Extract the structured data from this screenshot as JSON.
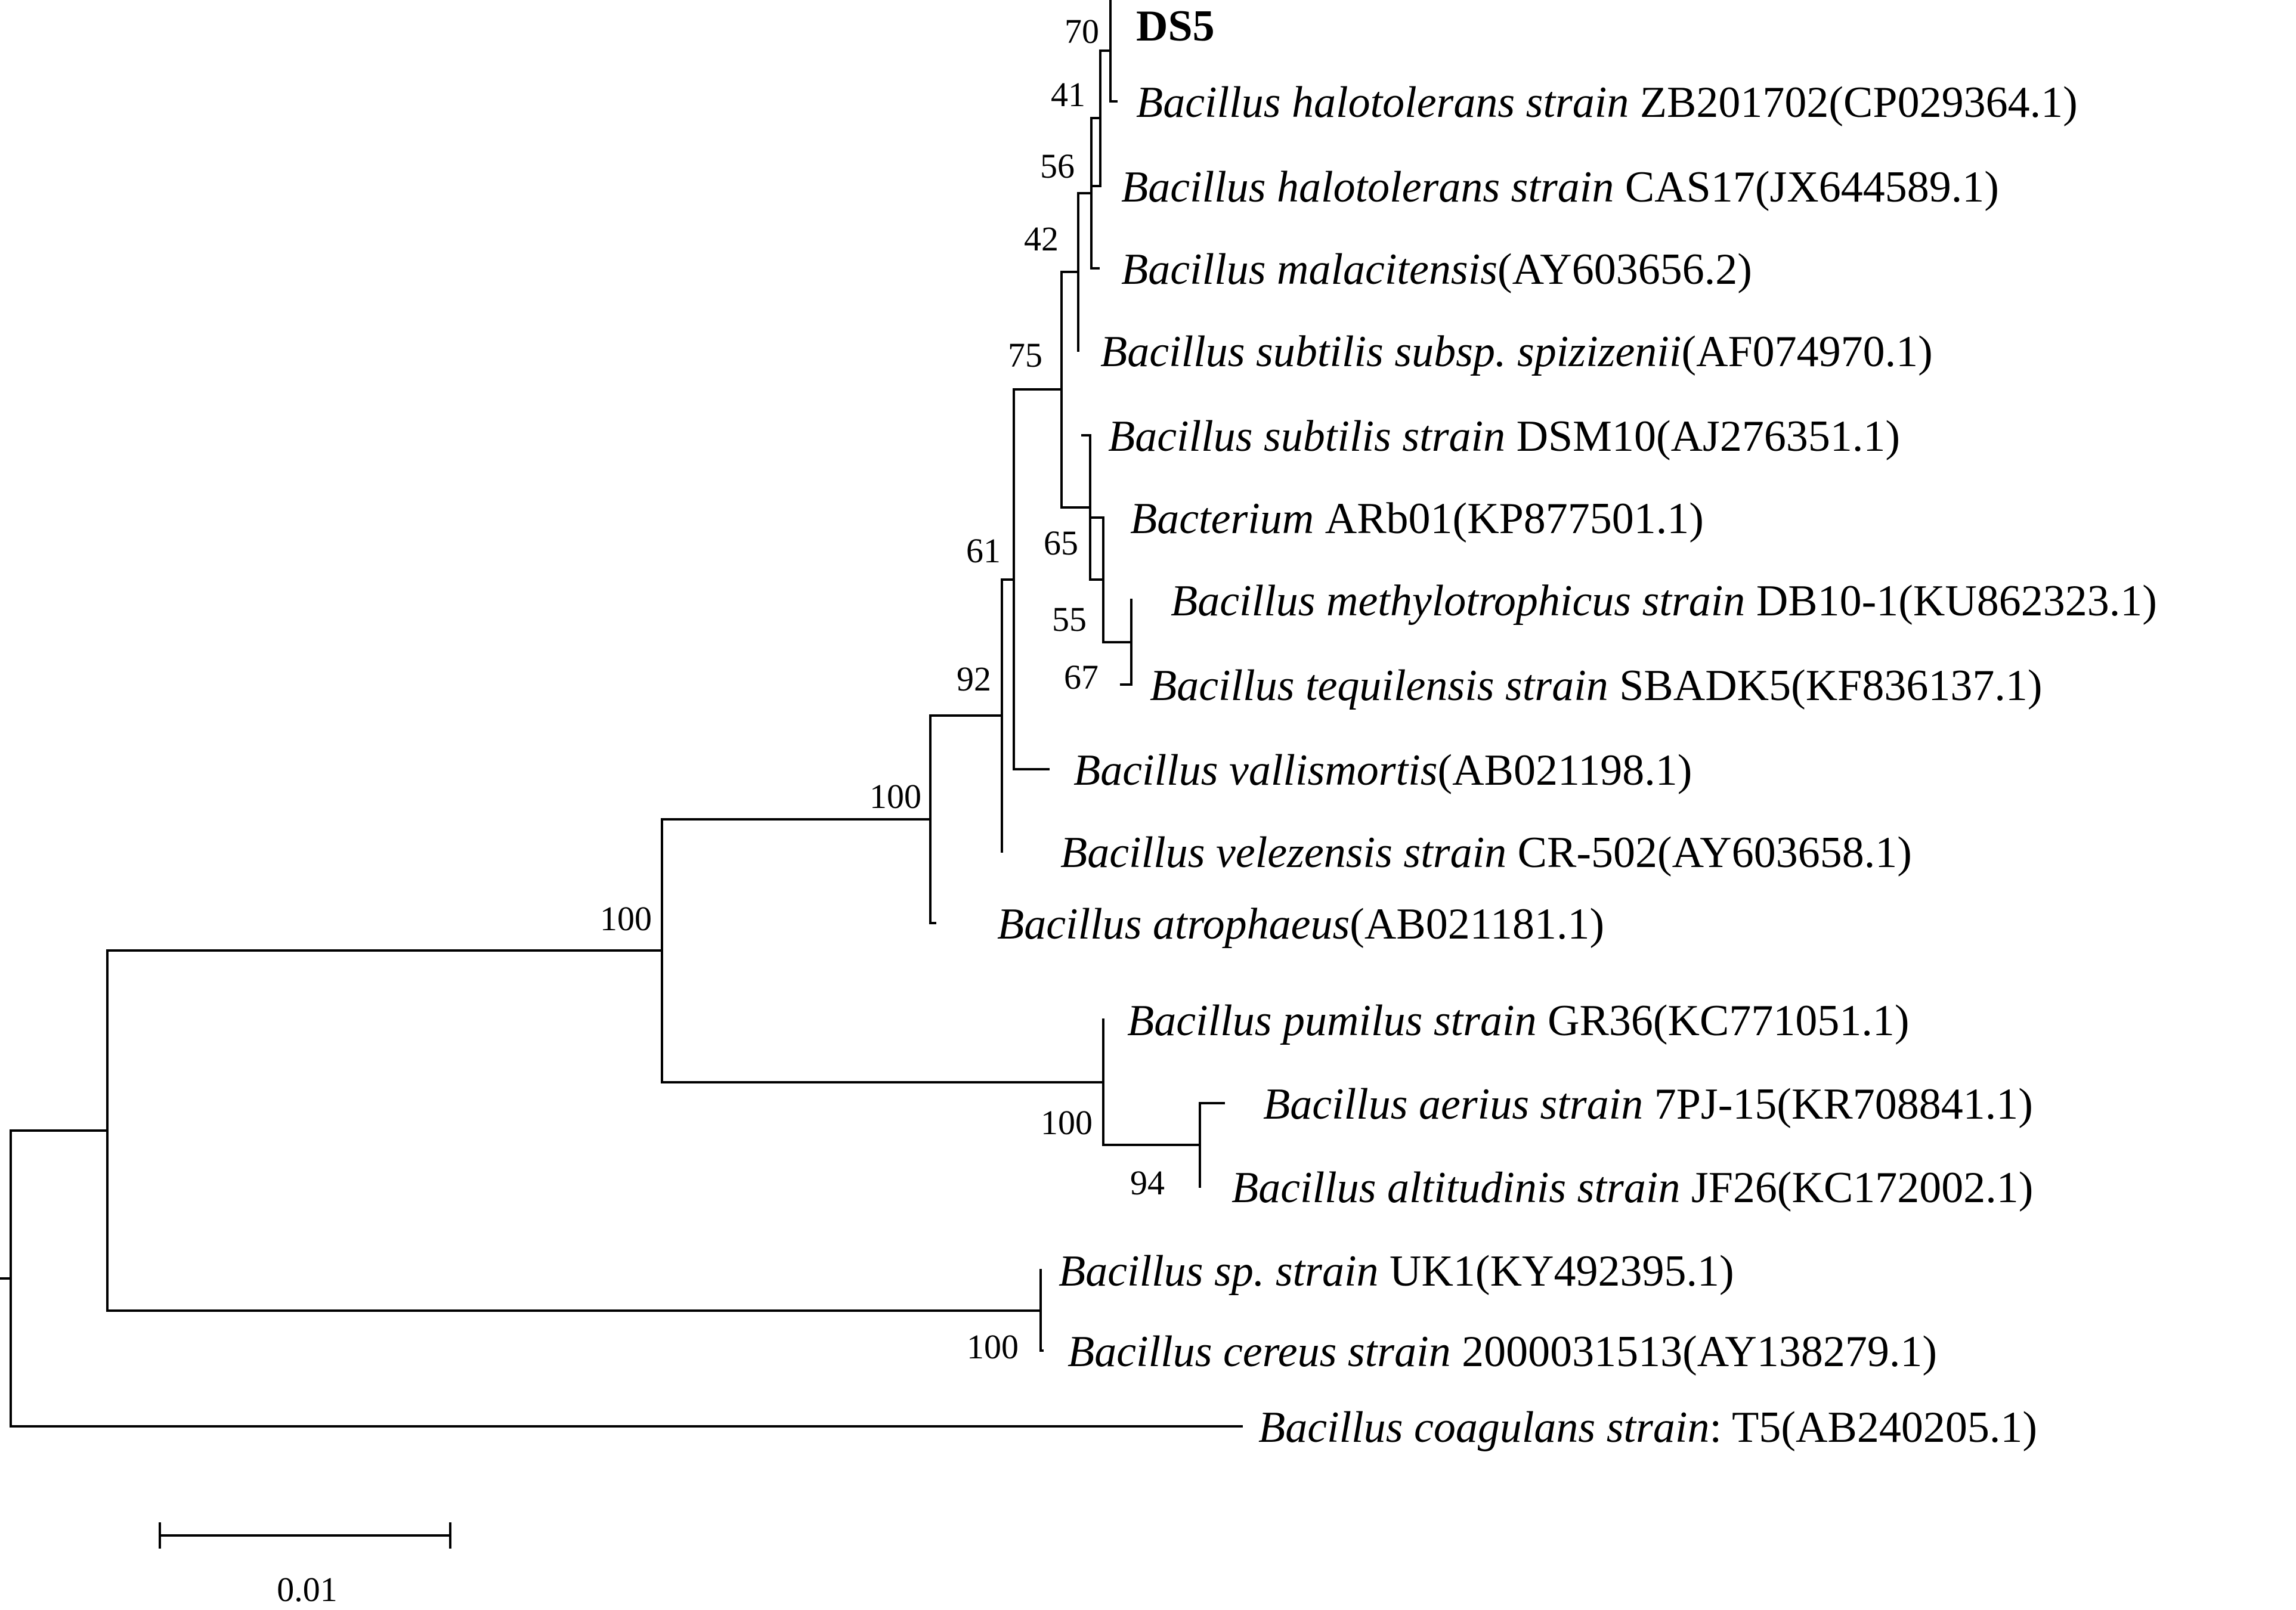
{
  "tree": {
    "taxa": [
      {
        "id": "ds5",
        "italic": "",
        "plain": "DS5",
        "highlight": true
      },
      {
        "id": "halotolerans-zb",
        "italic": "Bacillus halotolerans strain ",
        "plain": "ZB201702(CP029364.1)"
      },
      {
        "id": "halotolerans-cas",
        "italic": "Bacillus halotolerans strain ",
        "plain": "CAS17(JX644589.1)"
      },
      {
        "id": "malacitensis",
        "italic": "Bacillus malacitensis",
        "plain": "(AY603656.2)"
      },
      {
        "id": "spizizenii",
        "italic": "Bacillus subtilis subsp. spizizenii",
        "plain": "(AF074970.1)"
      },
      {
        "id": "subtilis-dsm",
        "italic": "Bacillus subtilis strain ",
        "plain": "DSM10(AJ276351.1)"
      },
      {
        "id": "bacterium-arb",
        "italic": "Bacterium ",
        "plain": "ARb01(KP877501.1)"
      },
      {
        "id": "methylotrophicus",
        "italic": "Bacillus methylotrophicus strain ",
        "plain": "DB10-1(KU862323.1)"
      },
      {
        "id": "tequilensis",
        "italic": "Bacillus tequilensis strain ",
        "plain": "SBADK5(KF836137.1)"
      },
      {
        "id": "vallismortis",
        "italic": "Bacillus vallismortis",
        "plain": "(AB021198.1)"
      },
      {
        "id": "velezensis",
        "italic": "Bacillus velezensis strain ",
        "plain": "CR-502(AY603658.1)"
      },
      {
        "id": "atrophaeus",
        "italic": "Bacillus atrophaeus",
        "plain": "(AB021181.1)"
      },
      {
        "id": "pumilus",
        "italic": "Bacillus pumilus strain ",
        "plain": "GR36(KC771051.1)"
      },
      {
        "id": "aerius",
        "italic": "Bacillus aerius strain ",
        "plain": "7PJ-15(KR708841.1)"
      },
      {
        "id": "altitudinis",
        "italic": "Bacillus altitudinis strain ",
        "plain": "JF26(KC172002.1)"
      },
      {
        "id": "sp-uk1",
        "italic": "Bacillus sp. strain ",
        "plain": "UK1(KY492395.1)"
      },
      {
        "id": "cereus",
        "italic": "Bacillus cereus strain ",
        "plain": "2000031513(AY138279.1)"
      },
      {
        "id": "coagulans",
        "italic": "Bacillus coagulans strain",
        "plain": ": T5(AB240205.1)"
      }
    ],
    "bootstrap": [
      "70",
      "41",
      "56",
      "42",
      "75",
      "65",
      "55",
      "67",
      "61",
      "92",
      "100",
      "100",
      "100",
      "94",
      "100"
    ],
    "scale_label": "0.01"
  },
  "colors": {
    "highlight": "#ff0000",
    "line": "#000000",
    "text": "#000000"
  }
}
